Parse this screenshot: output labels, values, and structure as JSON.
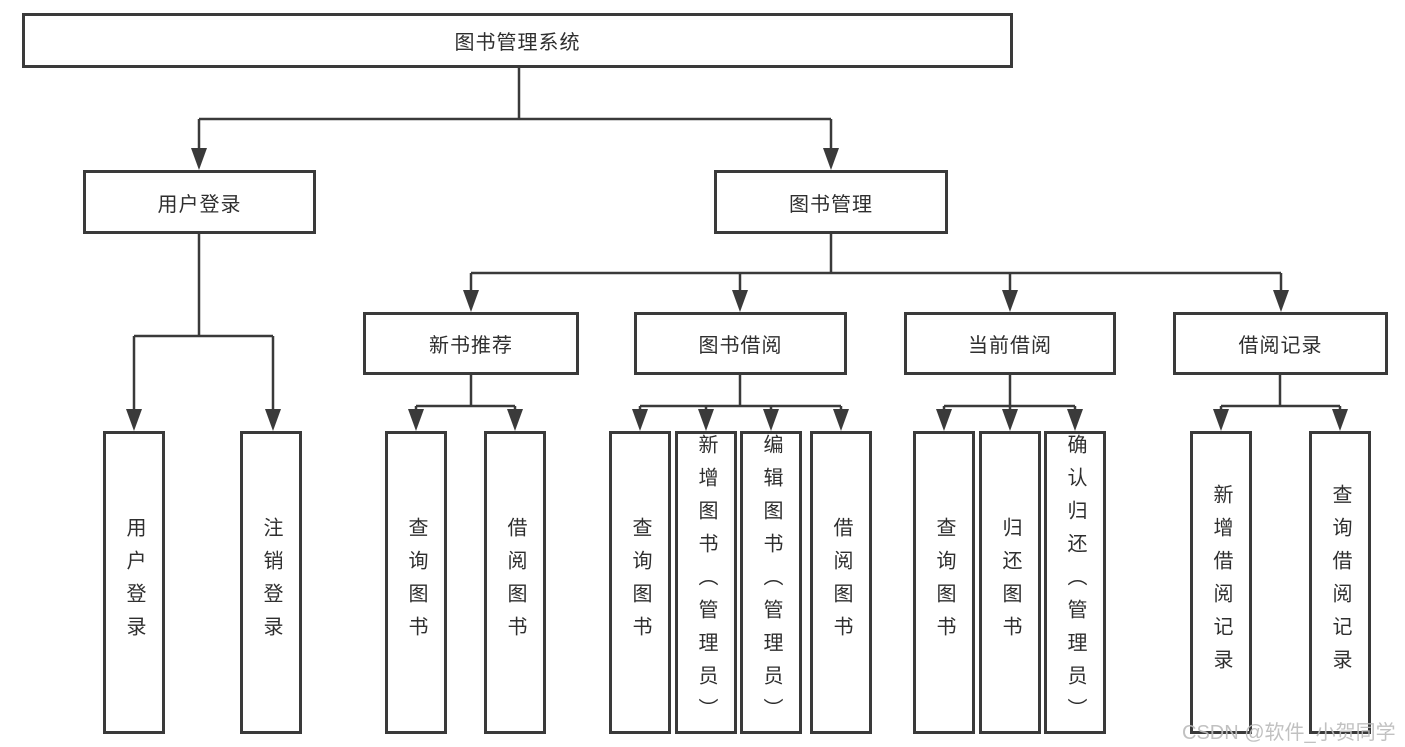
{
  "tree": {
    "root": "图书管理系统",
    "branches": [
      {
        "label": "用户登录",
        "children": [
          "用户登录",
          "注销登录"
        ]
      },
      {
        "label": "图书管理",
        "sections": [
          {
            "label": "新书推荐",
            "children": [
              "查询图书",
              "借阅图书"
            ]
          },
          {
            "label": "图书借阅",
            "children": [
              "查询图书",
              "新增图书（管理员）",
              "编辑图书（管理员）",
              "借阅图书"
            ]
          },
          {
            "label": "当前借阅",
            "children": [
              "查询图书",
              "归还图书",
              "确认归还（管理员）"
            ]
          },
          {
            "label": "借阅记录",
            "children": [
              "新增借阅记录",
              "查询借阅记录"
            ]
          }
        ]
      }
    ]
  },
  "watermark": "CSDN @软件_小贺同学",
  "colors": {
    "line": "#3a3a3a",
    "text": "#2f2f2f",
    "watermark": "#bcbcbc",
    "background": "#ffffff"
  }
}
